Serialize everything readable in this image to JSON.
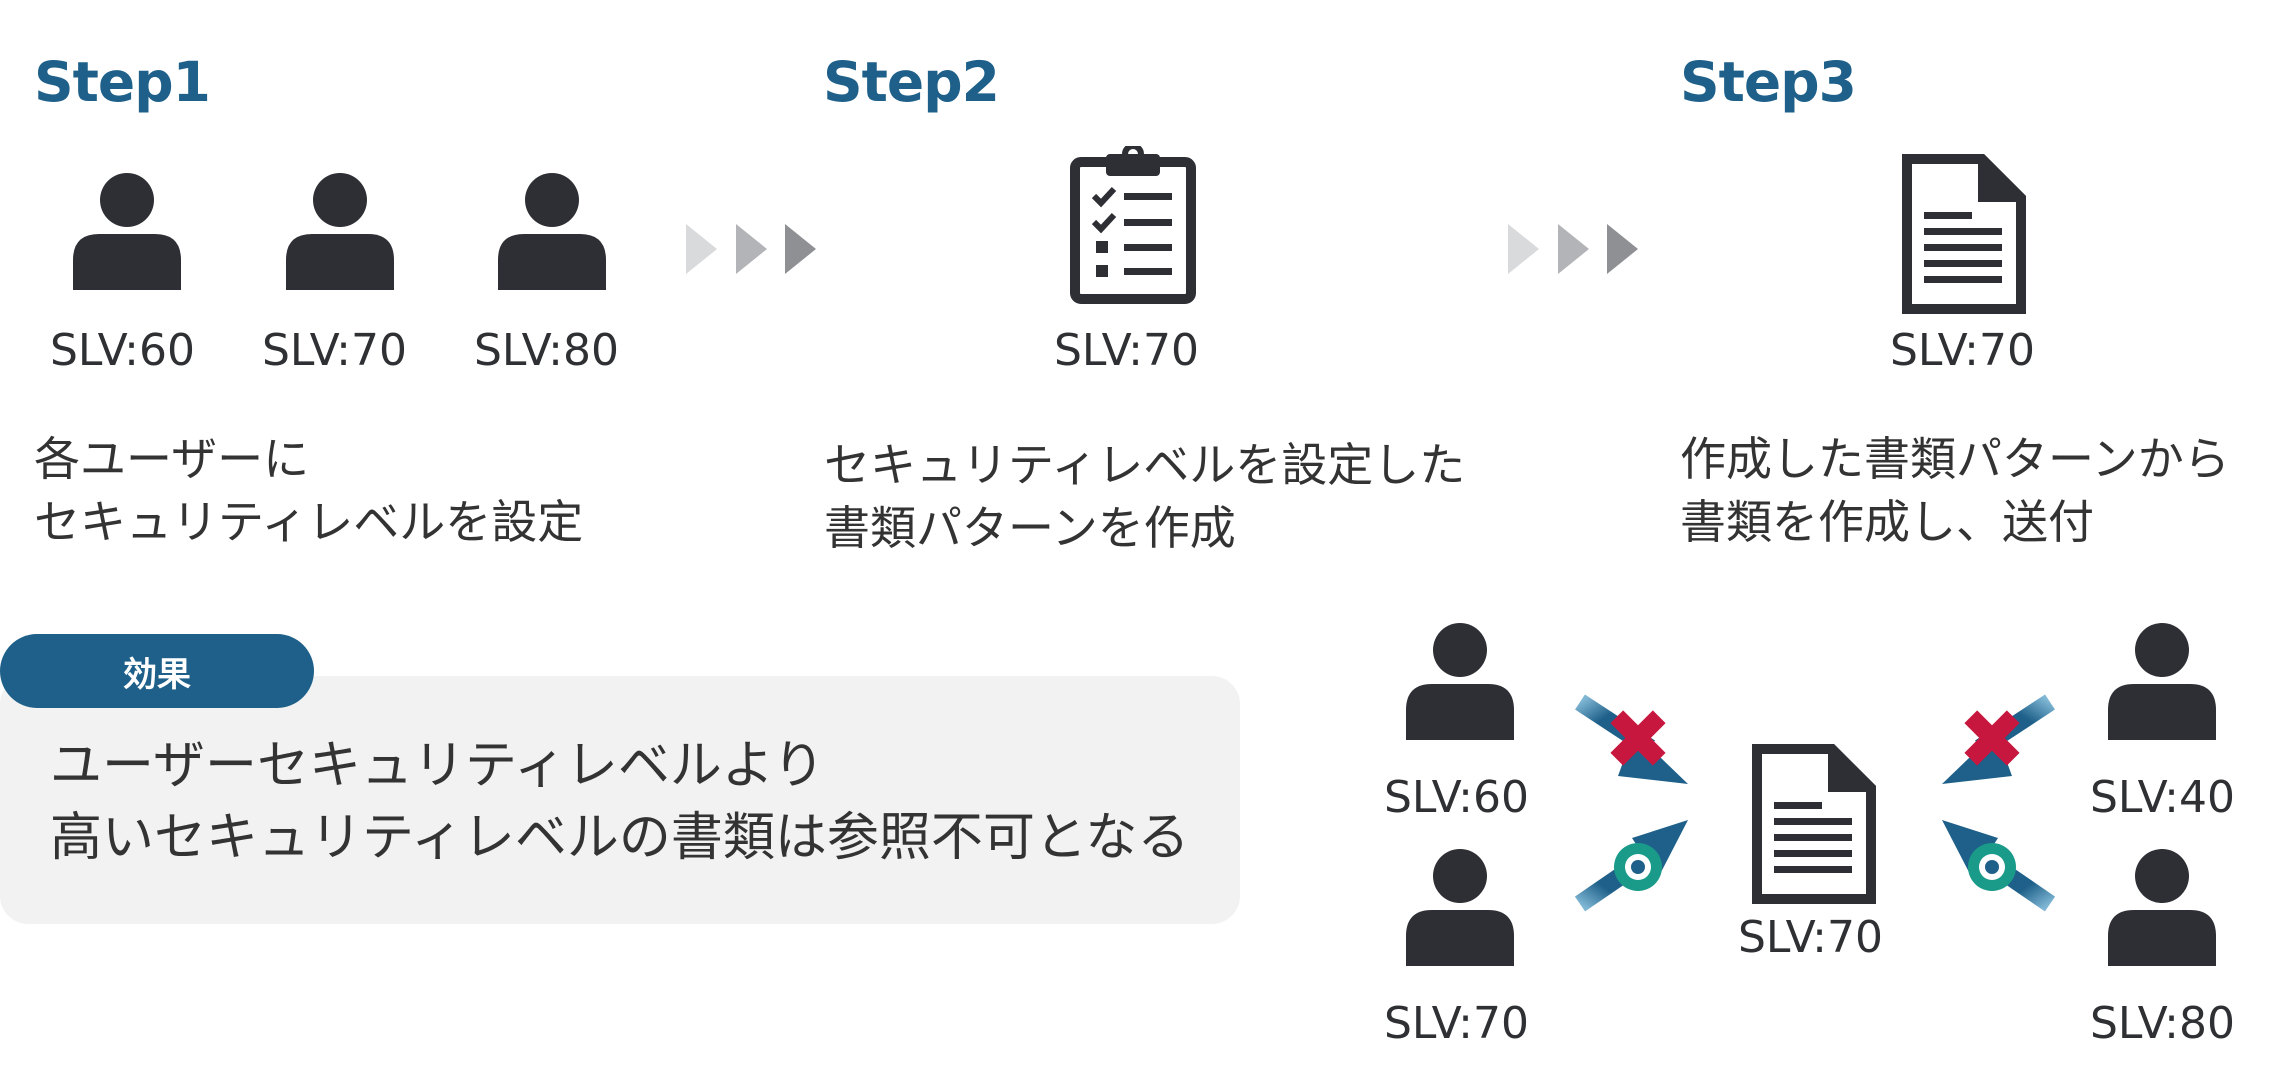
{
  "steps": [
    {
      "title": "Step1",
      "users": [
        "SLV:60",
        "SLV:70",
        "SLV:80"
      ],
      "desc_line1": "各ユーザーに",
      "desc_line2": "セキュリティレベルを設定"
    },
    {
      "title": "Step2",
      "slv": "SLV:70",
      "desc_line1": "セキュリティレベルを設定した",
      "desc_line2": "書類パターンを作成"
    },
    {
      "title": "Step3",
      "slv": "SLV:70",
      "desc_line1": "作成した書類パターンから",
      "desc_line2": "書類を作成し、送付"
    }
  ],
  "effect": {
    "badge": "効果",
    "line1": "ユーザーセキュリティレベルより",
    "line2": "高いセキュリティレベルの書類は参照不可となる"
  },
  "access_diagram": {
    "document_slv": "SLV:70",
    "left_top_user": "SLV:60",
    "left_bottom_user": "SLV:70",
    "right_top_user": "SLV:40",
    "right_bottom_user": "SLV:80"
  },
  "colors": {
    "accent": "#1e6089",
    "denied": "#c8173f",
    "allowed": "#1a9a88",
    "icon": "#2e2f35",
    "arrow_light": "#d9dadc",
    "arrow_mid": "#b3b4b7",
    "arrow_dark": "#8f9094"
  }
}
